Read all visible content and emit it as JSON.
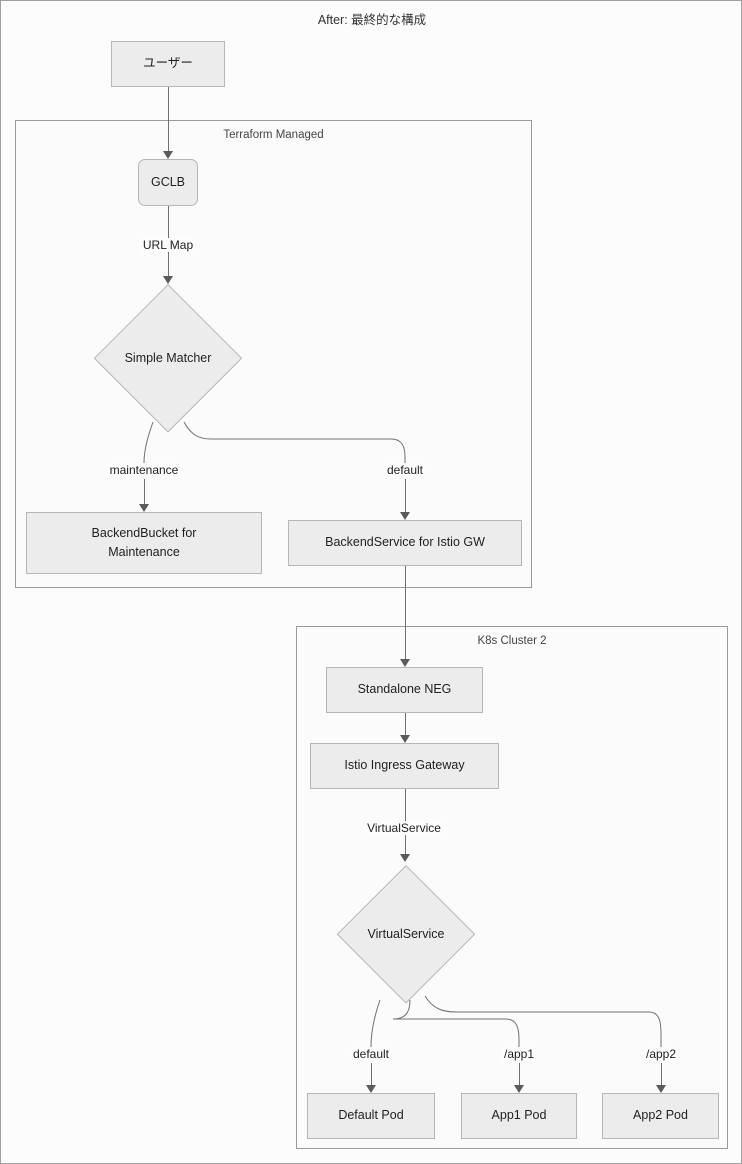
{
  "title": "After: 最終的な構成",
  "clusters": [
    {
      "label": "Terraform Managed"
    },
    {
      "label": "K8s Cluster 2"
    }
  ],
  "nodes": {
    "user": "ユーザー",
    "gclb": "GCLB",
    "simple_matcher": "Simple Matcher",
    "backend_bucket_line1": "BackendBucket for",
    "backend_bucket_line2": "Maintenance",
    "backend_service": "BackendService for Istio GW",
    "standalone_neg": "Standalone NEG",
    "istio_gateway": "Istio Ingress Gateway",
    "virtualservice_diamond": "VirtualService",
    "default_pod": "Default Pod",
    "app1_pod": "App1 Pod",
    "app2_pod": "App2 Pod"
  },
  "edge_labels": {
    "url_map": "URL Map",
    "maintenance": "maintenance",
    "default_lb": "default",
    "virtualservice": "VirtualService",
    "default_vs": "default",
    "app1": "/app1",
    "app2": "/app2"
  },
  "colors": {
    "node_fill": "#ececec",
    "node_border": "#b6b6b6",
    "cluster_border": "#9a9a9a",
    "edge": "#707070",
    "background": "#fcfcfc",
    "text": "#1f1f1f"
  }
}
